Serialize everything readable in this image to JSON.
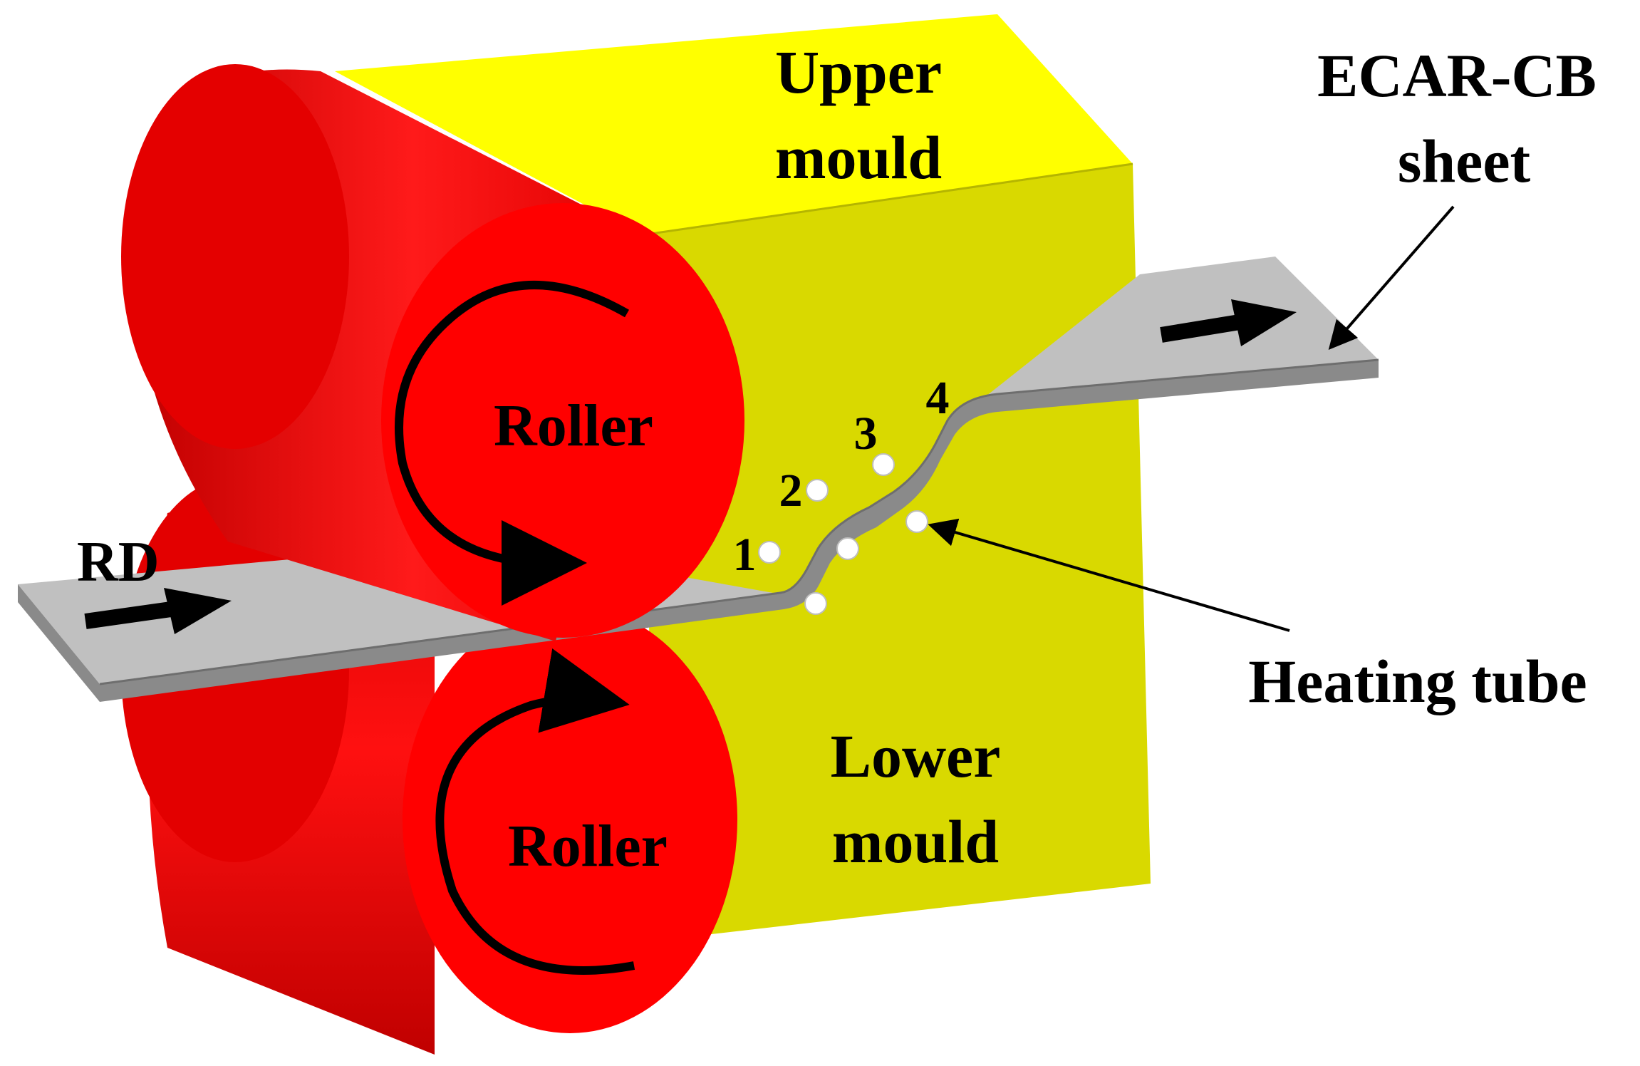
{
  "labels": {
    "upper_mould_line1": "Upper",
    "upper_mould_line2": "mould",
    "lower_mould_line1": "Lower",
    "lower_mould_line2": "mould",
    "upper_roller": "Roller",
    "lower_roller": "Roller",
    "sheet_line1": "ECAR-CB",
    "sheet_line2": "sheet",
    "heating_tube": "Heating tube",
    "rolling_direction": "RD",
    "position_1": "1",
    "position_2": "2",
    "position_3": "3",
    "position_4": "4"
  },
  "colors": {
    "mould_top": "#ffff00",
    "mould_front": "#d9d900",
    "mould_side": "#c8c800",
    "roller_face": "#ff0000",
    "roller_body": "#e00000",
    "sheet_top": "#c0c0c0",
    "sheet_edge": "#808080",
    "heating_tube": "#ffffff",
    "arrow": "#000000"
  }
}
